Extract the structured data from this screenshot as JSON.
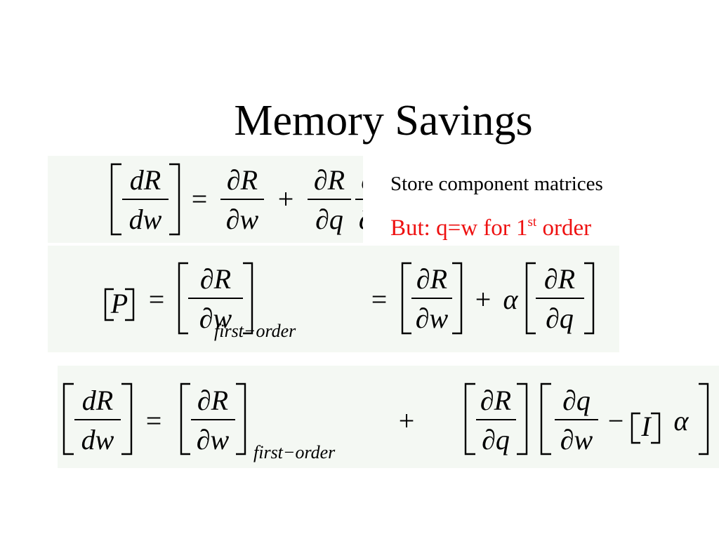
{
  "slide": {
    "title": "Memory Savings",
    "note1": "Store component matrices",
    "note2": {
      "text": "But: q=w for 1",
      "superscript": "st",
      "suffix": " order",
      "color": "#ee1111"
    }
  },
  "equations": {
    "eq1": {
      "lhs_num": "dR",
      "lhs_den": "dw",
      "eq": "=",
      "t1_num": "∂R",
      "t1_den": "∂w",
      "plus": "+",
      "t2a_num": "∂R",
      "t2a_den": "∂q",
      "t2b_num": "∂q",
      "t2b_den": "∂w"
    },
    "eq2": {
      "P": "P",
      "eq": "=",
      "a_num": "∂R",
      "a_den": "∂w",
      "sub": "first−order",
      "eq2": "=",
      "b_num": "∂R",
      "b_den": "∂w",
      "plus": "+",
      "alpha": "α",
      "c_num": "∂R",
      "c_den": "∂q"
    },
    "eq3": {
      "lhs_num": "dR",
      "lhs_den": "dw",
      "eq": "=",
      "a_num": "∂R",
      "a_den": "∂w",
      "sub": "first−order",
      "plus": "+",
      "b_num": "∂R",
      "b_den": "∂q",
      "c_num": "∂q",
      "c_den": "∂w",
      "minus": "−",
      "I": "I",
      "alpha": "α"
    }
  }
}
